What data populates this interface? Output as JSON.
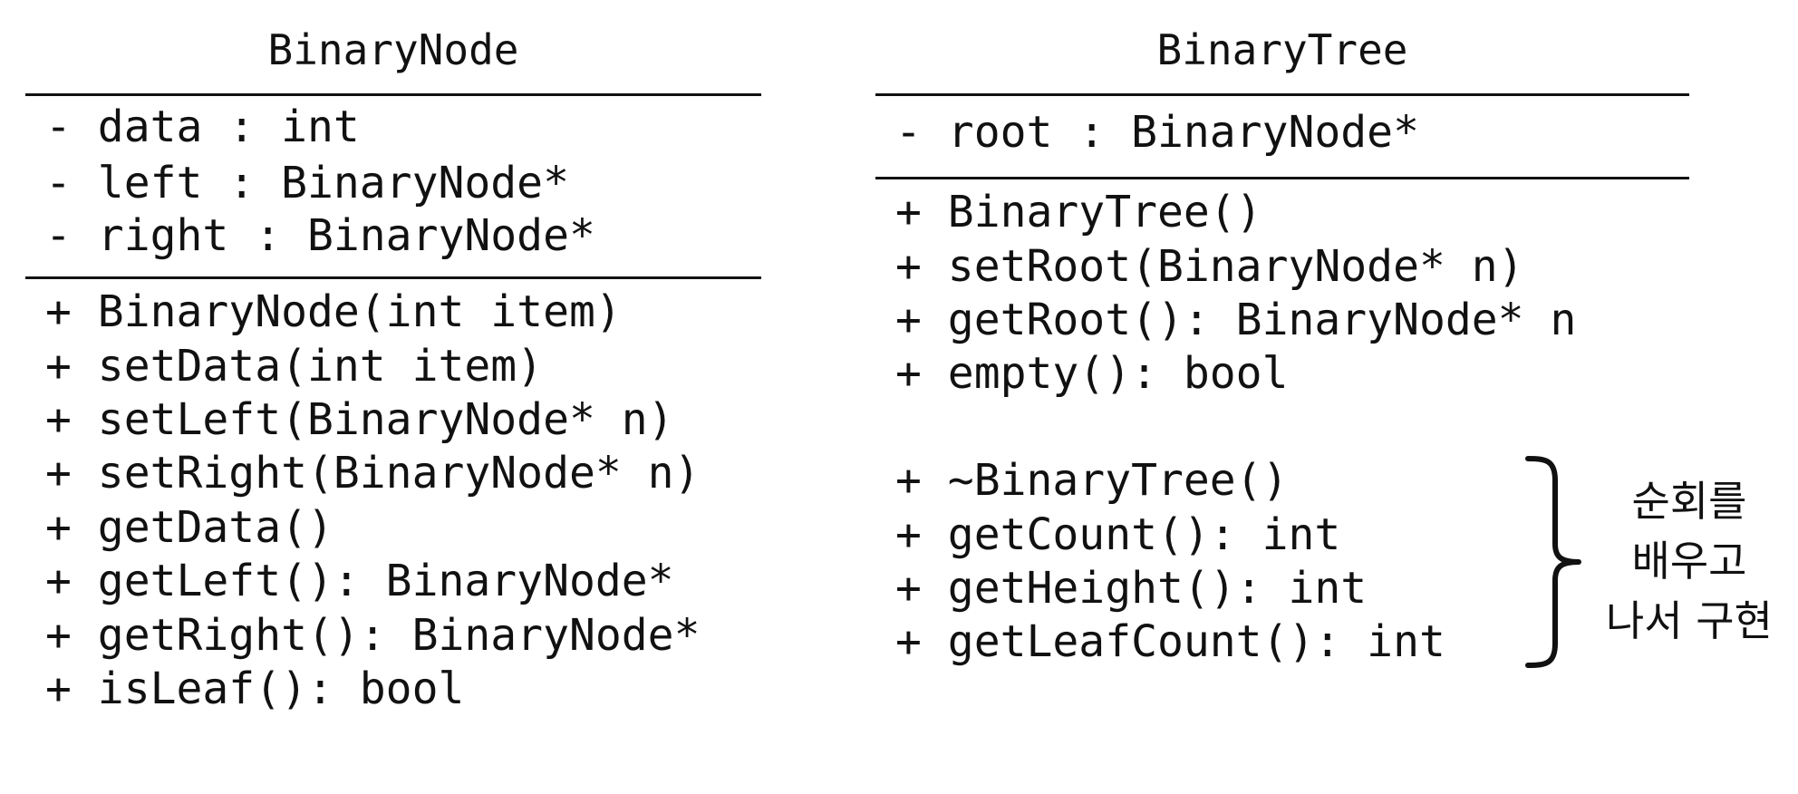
{
  "binary_node": {
    "name": "BinaryNode",
    "attributes": [
      "- data : int",
      "- left : BinaryNode*",
      "- right : BinaryNode*"
    ],
    "methods": [
      "+ BinaryNode(int item)",
      "+ setData(int item)",
      "+ setLeft(BinaryNode* n)",
      "+ setRight(BinaryNode* n)",
      "+ getData()",
      "+ getLeft(): BinaryNode*",
      "+ getRight(): BinaryNode*",
      "+ isLeaf(): bool"
    ]
  },
  "binary_tree": {
    "name": "BinaryTree",
    "attributes": [
      "- root : BinaryNode*"
    ],
    "methods": [
      "+ BinaryTree()",
      "+ setRoot(BinaryNode* n)",
      "+ getRoot(): BinaryNode* n",
      "+ empty(): bool"
    ],
    "later_methods": [
      "+ ~BinaryTree()",
      "+ getCount(): int",
      "+ getHeight(): int",
      "+ getLeafCount(): int"
    ]
  },
  "note": {
    "lines": [
      "순회를",
      "배우고",
      "나서 구현"
    ]
  }
}
